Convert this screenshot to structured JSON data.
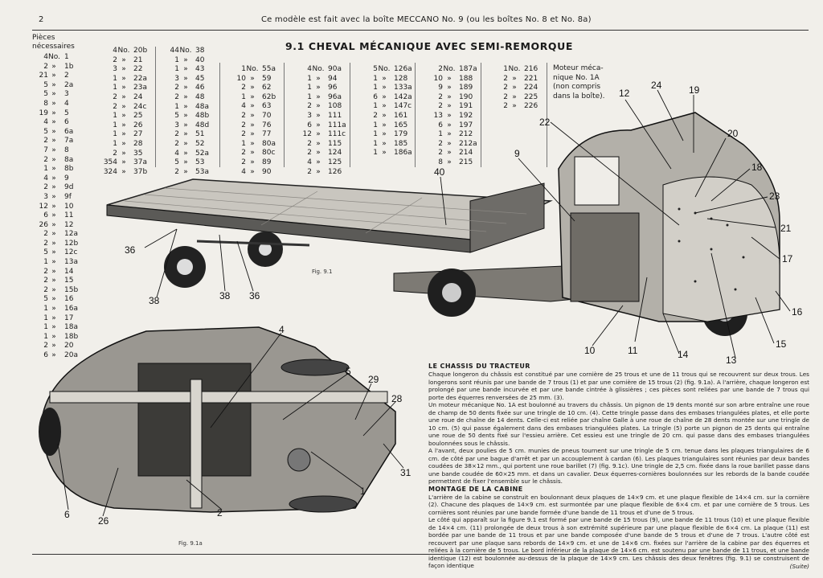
{
  "header": {
    "page_number": "2",
    "text": "Ce modèle est fait avec la boîte MECCANO No. 9 (ou les boîtes No. 8 et No. 8a)"
  },
  "pieces": {
    "heading_line1": "Pièces",
    "heading_line2": "nécessaires",
    "rows": [
      {
        "q": "4",
        "sep": "No.",
        "n": "1"
      },
      {
        "q": "2",
        "sep": "»",
        "n": "1b"
      },
      {
        "q": "21",
        "sep": "»",
        "n": "2"
      },
      {
        "q": "5",
        "sep": "»",
        "n": "2a"
      },
      {
        "q": "5",
        "sep": "»",
        "n": "3"
      },
      {
        "q": "8",
        "sep": "»",
        "n": "4"
      },
      {
        "q": "19",
        "sep": "»",
        "n": "5"
      },
      {
        "q": "4",
        "sep": "»",
        "n": "6"
      },
      {
        "q": "5",
        "sep": "»",
        "n": "6a"
      },
      {
        "q": "2",
        "sep": "»",
        "n": "7a"
      },
      {
        "q": "7",
        "sep": "»",
        "n": "8"
      },
      {
        "q": "2",
        "sep": "»",
        "n": "8a"
      },
      {
        "q": "1",
        "sep": "»",
        "n": "8b"
      },
      {
        "q": "4",
        "sep": "»",
        "n": "9"
      },
      {
        "q": "2",
        "sep": "»",
        "n": "9d"
      },
      {
        "q": "3",
        "sep": "»",
        "n": "9f"
      },
      {
        "q": "12",
        "sep": "»",
        "n": "10"
      },
      {
        "q": "6",
        "sep": "»",
        "n": "11"
      },
      {
        "q": "26",
        "sep": "»",
        "n": "12"
      },
      {
        "q": "2",
        "sep": "»",
        "n": "12a"
      },
      {
        "q": "2",
        "sep": "»",
        "n": "12b"
      },
      {
        "q": "5",
        "sep": "»",
        "n": "12c"
      },
      {
        "q": "1",
        "sep": "»",
        "n": "13a"
      },
      {
        "q": "2",
        "sep": "»",
        "n": "14"
      },
      {
        "q": "2",
        "sep": "»",
        "n": "15"
      },
      {
        "q": "2",
        "sep": "»",
        "n": "15b"
      },
      {
        "q": "5",
        "sep": "»",
        "n": "16"
      },
      {
        "q": "1",
        "sep": "»",
        "n": "16a"
      },
      {
        "q": "1",
        "sep": "»",
        "n": "17"
      },
      {
        "q": "1",
        "sep": "»",
        "n": "18a"
      },
      {
        "q": "1",
        "sep": "»",
        "n": "18b"
      },
      {
        "q": "2",
        "sep": "»",
        "n": "20"
      },
      {
        "q": "6",
        "sep": "»",
        "n": "20a"
      }
    ]
  },
  "parts_columns": [
    [
      {
        "q": "4",
        "sep": "No.",
        "n": "20b"
      },
      {
        "q": "2",
        "sep": "»",
        "n": "21"
      },
      {
        "q": "3",
        "sep": "»",
        "n": "22"
      },
      {
        "q": "1",
        "sep": "»",
        "n": "22a"
      },
      {
        "q": "1",
        "sep": "»",
        "n": "23a"
      },
      {
        "q": "2",
        "sep": "»",
        "n": "24"
      },
      {
        "q": "2",
        "sep": "»",
        "n": "24c"
      },
      {
        "q": "1",
        "sep": "»",
        "n": "25"
      },
      {
        "q": "1",
        "sep": "»",
        "n": "26"
      },
      {
        "q": "1",
        "sep": "»",
        "n": "27"
      },
      {
        "q": "1",
        "sep": "»",
        "n": "28"
      },
      {
        "q": "2",
        "sep": "»",
        "n": "35"
      },
      {
        "q": "354",
        "sep": "»",
        "n": "37a"
      },
      {
        "q": "324",
        "sep": "»",
        "n": "37b"
      }
    ],
    [
      {
        "q": "44",
        "sep": "No.",
        "n": "38"
      },
      {
        "q": "1",
        "sep": "»",
        "n": "40"
      },
      {
        "q": "1",
        "sep": "»",
        "n": "43"
      },
      {
        "q": "3",
        "sep": "»",
        "n": "45"
      },
      {
        "q": "2",
        "sep": "»",
        "n": "46"
      },
      {
        "q": "2",
        "sep": "»",
        "n": "48"
      },
      {
        "q": "1",
        "sep": "»",
        "n": "48a"
      },
      {
        "q": "5",
        "sep": "»",
        "n": "48b"
      },
      {
        "q": "3",
        "sep": "»",
        "n": "48d"
      },
      {
        "q": "2",
        "sep": "»",
        "n": "51"
      },
      {
        "q": "2",
        "sep": "»",
        "n": "52"
      },
      {
        "q": "4",
        "sep": "»",
        "n": "52a"
      },
      {
        "q": "5",
        "sep": "»",
        "n": "53"
      },
      {
        "q": "2",
        "sep": "»",
        "n": "53a"
      }
    ],
    [
      {
        "q": "1",
        "sep": "No.",
        "n": "55a"
      },
      {
        "q": "10",
        "sep": "»",
        "n": "59"
      },
      {
        "q": "2",
        "sep": "»",
        "n": "62"
      },
      {
        "q": "1",
        "sep": "»",
        "n": "62b"
      },
      {
        "q": "4",
        "sep": "»",
        "n": "63"
      },
      {
        "q": "2",
        "sep": "»",
        "n": "70"
      },
      {
        "q": "2",
        "sep": "»",
        "n": "76"
      },
      {
        "q": "2",
        "sep": "»",
        "n": "77"
      },
      {
        "q": "1",
        "sep": "»",
        "n": "80a"
      },
      {
        "q": "2",
        "sep": "»",
        "n": "80c"
      },
      {
        "q": "2",
        "sep": "»",
        "n": "89"
      },
      {
        "q": "4",
        "sep": "»",
        "n": "90"
      }
    ],
    [
      {
        "q": "4",
        "sep": "No.",
        "n": "90a"
      },
      {
        "q": "1",
        "sep": "»",
        "n": "94"
      },
      {
        "q": "1",
        "sep": "»",
        "n": "96"
      },
      {
        "q": "1",
        "sep": "»",
        "n": "96a"
      },
      {
        "q": "2",
        "sep": "»",
        "n": "108"
      },
      {
        "q": "3",
        "sep": "»",
        "n": "111"
      },
      {
        "q": "6",
        "sep": "»",
        "n": "111a"
      },
      {
        "q": "12",
        "sep": "»",
        "n": "111c"
      },
      {
        "q": "2",
        "sep": "»",
        "n": "115"
      },
      {
        "q": "2",
        "sep": "»",
        "n": "124"
      },
      {
        "q": "4",
        "sep": "»",
        "n": "125"
      },
      {
        "q": "2",
        "sep": "»",
        "n": "126"
      }
    ],
    [
      {
        "q": "5",
        "sep": "No.",
        "n": "126a"
      },
      {
        "q": "1",
        "sep": "»",
        "n": "128"
      },
      {
        "q": "1",
        "sep": "»",
        "n": "133a"
      },
      {
        "q": "6",
        "sep": "»",
        "n": "142a"
      },
      {
        "q": "1",
        "sep": "»",
        "n": "147c"
      },
      {
        "q": "2",
        "sep": "»",
        "n": "161"
      },
      {
        "q": "1",
        "sep": "»",
        "n": "165"
      },
      {
        "q": "1",
        "sep": "»",
        "n": "179"
      },
      {
        "q": "1",
        "sep": "»",
        "n": "185"
      },
      {
        "q": "1",
        "sep": "»",
        "n": "186a"
      }
    ],
    [
      {
        "q": "2",
        "sep": "No.",
        "n": "187a"
      },
      {
        "q": "10",
        "sep": "»",
        "n": "188"
      },
      {
        "q": "9",
        "sep": "»",
        "n": "189"
      },
      {
        "q": "2",
        "sep": "»",
        "n": "190"
      },
      {
        "q": "2",
        "sep": "»",
        "n": "191"
      },
      {
        "q": "13",
        "sep": "»",
        "n": "192"
      },
      {
        "q": "6",
        "sep": "»",
        "n": "197"
      },
      {
        "q": "1",
        "sep": "»",
        "n": "212"
      },
      {
        "q": "2",
        "sep": "»",
        "n": "212a"
      },
      {
        "q": "2",
        "sep": "»",
        "n": "214"
      },
      {
        "q": "8",
        "sep": "»",
        "n": "215"
      }
    ],
    [
      {
        "q": "1",
        "sep": "No.",
        "n": "216"
      },
      {
        "q": "2",
        "sep": "»",
        "n": "221"
      },
      {
        "q": "2",
        "sep": "»",
        "n": "224"
      },
      {
        "q": "2",
        "sep": "»",
        "n": "225"
      },
      {
        "q": "2",
        "sep": "»",
        "n": "226"
      }
    ]
  ],
  "title": "9.1  CHEVAL MÉCANIQUE AVEC SEMI-REMORQUE",
  "moteur": {
    "line1": "Moteur méca-",
    "line2": "nique No. 1A",
    "line3": "(non compris",
    "line4": "dans la boîte)."
  },
  "figure1": {
    "caption": "Fig. 9.1",
    "callouts": [
      "9",
      "12",
      "24",
      "19",
      "22",
      "20",
      "18",
      "23",
      "21",
      "17",
      "16",
      "15",
      "13",
      "14",
      "11",
      "10",
      "40",
      "36",
      "38",
      "38",
      "36"
    ]
  },
  "figure2": {
    "caption": "Fig. 9.1a",
    "callouts": [
      "4",
      "5",
      "29",
      "28",
      "31",
      "1",
      "2",
      "26",
      "6"
    ]
  },
  "text": {
    "heading1": "LE CHASSIS DU TRACTEUR",
    "para1": "Chaque longeron du châssis est constitué par une cornière de 25 trous et une de 11 trous qui se recouvrent sur deux trous. Les longerons sont réunis par une bande de 7 trous (1) et par une cornière de 15 trous (2) (fig. 9.1a). A l'arrière, chaque longeron est prolongé par une bande incurvée et par une bande cintrée à glissières ; ces pièces sont reliées par une bande de 7 trous qui porte des équerres renversées de 25 mm. (3).",
    "para2": "Un moteur mécanique No. 1A est boulonné au travers du châssis. Un pignon de 19 dents monté sur son arbre entraîne une roue de champ de 50 dents fixée sur une tringle de 10 cm. (4). Cette tringle passe dans des embases triangulées plates, et elle porte une roue de chaîne de 14 dents. Celle-ci est reliée par chaîne Galle à une roue de chaîne de 28 dents montée sur une tringle de 10 cm. (5) qui passe également dans des embases triangulées plates. La tringle (5) porte un pignon de 25 dents qui entraîne une roue de 50 dents fixé sur l'essieu arrière. Cet essieu est une tringle de 20 cm. qui passe dans des embases triangulées boulonnées sous le châssis.",
    "para3": "A l'avant, deux poulies de 5 cm. munies de pneus tournent sur une tringle de 5 cm. tenue dans les plaques triangulaires de 6 cm. de côté par une bague d'arrêt et par un accouplement à cardan (6). Les plaques triangulaires sont réunies par deux bandes coudées de 38×12 mm., qui portent une roue barillet (7) (fig. 9.1c). Une tringle de 2,5 cm. fixée dans la roue barillet passe dans une bande coudée de 60×25 mm. et dans un cavalier. Deux équerres-cornières boulonnées sur les rebords de la bande coudée permettent de fixer l'ensemble sur le châssis.",
    "heading2": "MONTAGE DE LA CABINE",
    "para4": "L'arrière de la cabine se construit en boulonnant deux plaques de 14×9 cm. et une plaque flexible de 14×4 cm. sur la cornière (2). Chacune des plaques de 14×9 cm. est surmontée par une plaque flexible de 6×4 cm. et par une cornière de 5 trous. Les cornières sont réunies par une bande formée d'une bande de 11 trous et d'une de 5 trous.",
    "para5": "Le côté qui apparaît sur la figure 9.1 est formé par une bande de 15 trous (9), une bande de 11 trous (10) et une plaque flexible de 14×4 cm. (11) prolongée de deux trous à son extrémité supérieure par une plaque flexible de 6×4 cm. La plaque (11) est bordée par une bande de 11 trous et par une bande composée d'une bande de 5 trous et d'une de 7 trous. L'autre côté est recouvert par une plaque sans rebords de 14×9 cm. et une de 14×6 cm. fixées sur l'arrière de la cabine par des équerres et reliées à la cornière de 5 trous. Le bord inférieur de la plaque de 14×6 cm. est soutenu par une bande de 11 trous, et une bande identique (12) est boulonnée au-dessus de la plaque de 14×9 cm. Les châssis des deux fenêtres (fig. 9.1) se construisent de façon identique",
    "suite": "(Suite)"
  }
}
